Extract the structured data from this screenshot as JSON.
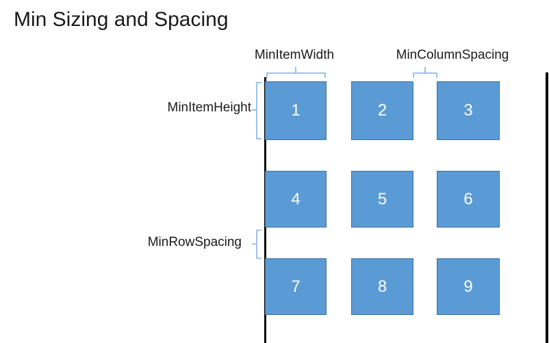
{
  "title": "Min Sizing and Spacing",
  "labels": {
    "min_item_width": "MinItemWidth",
    "min_column_spacing": "MinColumnSpacing",
    "min_item_height": "MinItemHeight",
    "min_row_spacing": "MinRowSpacing"
  },
  "grid": {
    "rows": 3,
    "columns": 3,
    "items": [
      {
        "label": "1"
      },
      {
        "label": "2"
      },
      {
        "label": "3"
      },
      {
        "label": "4"
      },
      {
        "label": "5"
      },
      {
        "label": "6"
      },
      {
        "label": "7"
      },
      {
        "label": "8"
      },
      {
        "label": "9"
      }
    ]
  },
  "colors": {
    "square_fill": "#5B9BD5",
    "square_border": "#41719C",
    "square_text": "#FFFFFF",
    "brace": "#9DC3E6",
    "guide_line": "#000000",
    "label_text": "#1A1A1A",
    "background": "#FFFFFF"
  }
}
